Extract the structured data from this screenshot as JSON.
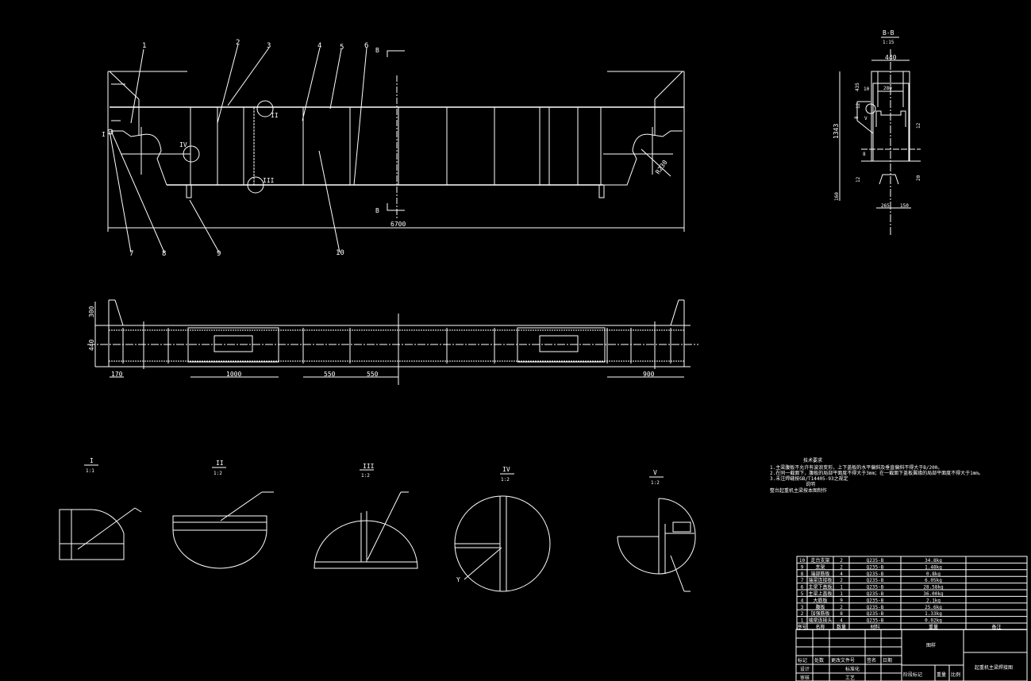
{
  "main_view": {
    "leaders": [
      "1",
      "2",
      "3",
      "4",
      "5",
      "6",
      "7",
      "8",
      "9",
      "10"
    ],
    "detail_marks": {
      "I": "I",
      "II": "II",
      "III": "III",
      "IV": "IV"
    },
    "section_mark": "B",
    "overall_length": "6700",
    "radius": "R230"
  },
  "plan_view": {
    "dims": {
      "h1": "300",
      "h2": "440",
      "d170": "170",
      "d1000": "1000",
      "d550a": "550",
      "d550b": "550",
      "d900": "900"
    }
  },
  "section_view": {
    "title": "B-B",
    "scale": "1:15",
    "dims": {
      "w440": "440",
      "d435": "435",
      "d10": "10",
      "d280": "280",
      "d12a": "12",
      "d8a": "8",
      "v": "V",
      "d1343": "1343",
      "d12b": "12",
      "d8b": "8",
      "d12c": "12",
      "d20": "20",
      "d160": "160",
      "d265": "265",
      "d150": "150"
    }
  },
  "details": [
    {
      "title": "I",
      "scale": "1:1"
    },
    {
      "title": "II",
      "scale": "1:2"
    },
    {
      "title": "III",
      "scale": "1:2"
    },
    {
      "title": "IV",
      "scale": "1:2"
    },
    {
      "title": "V",
      "scale": "1:2"
    }
  ],
  "detail_labels": {
    "y": "Y"
  },
  "notes": {
    "heading": "技术要求",
    "lines": [
      "1.主梁腹板不允许有波浪变形，上下盖板的水平偏斜及垂直偏斜不得大于B/200。",
      "2.在同一截面下，腹板的局部平面度不得大于3mm；在一截面下盖板翼缘的局部平面度不得大于1mm。",
      "3.未注焊缝按GB/T14405-93之规定"
    ],
    "sub_heading": "说明",
    "remark": "整台起重机主梁按本图制作"
  },
  "parts_table": {
    "headers": [
      "序号",
      "名称",
      "数量",
      "材料",
      "重量",
      "备注"
    ],
    "rows": [
      {
        "no": "10",
        "name": "走台支架",
        "qty": "2",
        "material": "Q235-B",
        "weight": "34.8kg"
      },
      {
        "no": "9",
        "name": "支架",
        "qty": "2",
        "material": "Q235-B",
        "weight": "1.48kg"
      },
      {
        "no": "8",
        "name": "端部筋板",
        "qty": "4",
        "material": "Q235-B",
        "weight": "0.8kg"
      },
      {
        "no": "7",
        "name": "端梁连接板",
        "qty": "2",
        "material": "Q235-B",
        "weight": "6.05kg"
      },
      {
        "no": "6",
        "name": "主梁下盖板",
        "qty": "1",
        "material": "Q235-B",
        "weight": "28.58kg"
      },
      {
        "no": "5",
        "name": "主梁上盖板",
        "qty": "1",
        "material": "Q235-B",
        "weight": "36.00kg"
      },
      {
        "no": "4",
        "name": "大筋板",
        "qty": "9",
        "material": "Q235-B",
        "weight": "2.1kg"
      },
      {
        "no": "3",
        "name": "腹板",
        "qty": "2",
        "material": "Q235-B",
        "weight": "25.6kg"
      },
      {
        "no": "2",
        "name": "加强筋板",
        "qty": "8",
        "material": "Q235-B",
        "weight": "1.33kg"
      },
      {
        "no": "1",
        "name": "端梁连接头",
        "qty": "4",
        "material": "Q235-B",
        "weight": "0.02kg"
      }
    ]
  },
  "title_block": {
    "drawing_type": "图样",
    "drawing_name": "起重机主梁焊接图",
    "mark": "标记",
    "count": "处数",
    "change_doc": "更改文件号",
    "sign": "签名",
    "date": "日期",
    "design": "设计",
    "standard": "标准化",
    "check": "审核",
    "process": "工艺",
    "stage_mark": "阶段标记",
    "weight": "重量",
    "ratio": "比例"
  }
}
